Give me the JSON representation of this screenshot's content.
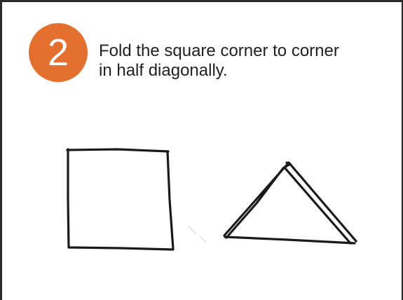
{
  "step": {
    "number": "2",
    "badge_color": "#e3702e",
    "instruction_line1": "Fold the square corner to corner",
    "instruction_line2": "in half diagonally."
  },
  "illustration": {
    "shapes": [
      "square",
      "triangle"
    ],
    "stroke_color": "#1a1a1a"
  }
}
